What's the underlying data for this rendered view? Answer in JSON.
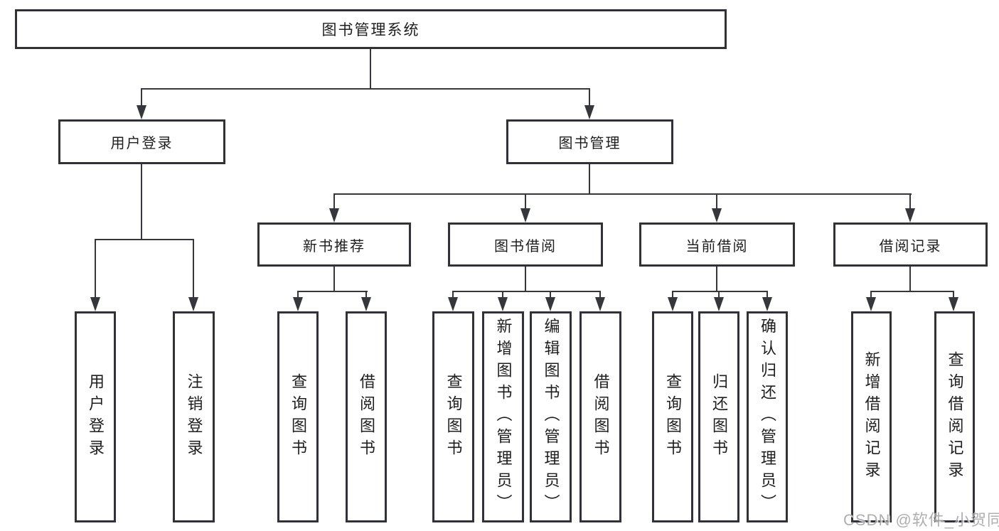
{
  "diagram": {
    "title": "图书管理系统",
    "nodes": {
      "root": "图书管理系统",
      "user_login": "用户登录",
      "book_management": "图书管理",
      "new_book_recommend": "新书推荐",
      "book_borrowing": "图书借阅",
      "current_borrowing": "当前借阅",
      "borrowing_records": "借阅记录",
      "leaf_user_login": "用户登录",
      "leaf_logout": "注销登录",
      "leaf_rec_query_books": "查询图书",
      "leaf_rec_borrow_books": "借阅图书",
      "leaf_bb_query_books": "查询图书",
      "leaf_bb_add_books_admin": "新增图书（管理员）",
      "leaf_bb_edit_books_admin": "编辑图书（管理员）",
      "leaf_bb_borrow_books": "借阅图书",
      "leaf_cb_query_books": "查询图书",
      "leaf_cb_return_books": "归还图书",
      "leaf_cb_confirm_return_admin": "确认归还（管理员）",
      "leaf_br_add_record": "新增借阅记录",
      "leaf_br_query_record": "查询借阅记录"
    },
    "colors": {
      "line": "#35373c",
      "box_border": "#303237",
      "text": "#1e1e1e",
      "background": "#ffffff",
      "watermark": "#a8a8a8"
    }
  },
  "watermark": {
    "text": "CSDN @软件_小贺同学"
  }
}
